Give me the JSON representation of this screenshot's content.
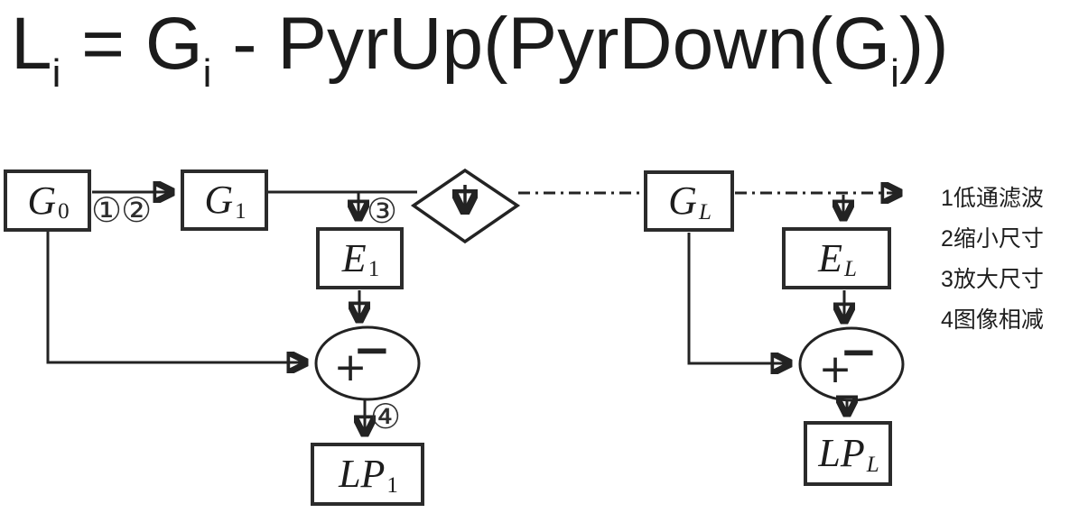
{
  "title": {
    "parts": [
      "L",
      "i",
      " = G",
      "i",
      " - PyrUp(PyrDown(G",
      "i",
      "))"
    ]
  },
  "diagram": {
    "boxes": {
      "g0": {
        "main": "G",
        "sub": "0"
      },
      "g1": {
        "main": "G",
        "sub": "1"
      },
      "e1": {
        "main": "E",
        "sub": "1"
      },
      "lp1": {
        "main": "LP",
        "sub": "1"
      },
      "gl": {
        "main": "G",
        "sub": "L"
      },
      "el": {
        "main": "E",
        "sub": "L"
      },
      "lpl": {
        "main": "LP",
        "sub": "L"
      }
    },
    "steps": {
      "s1": "①",
      "s2": "②",
      "s3": "③",
      "s4": "④"
    },
    "adders": {
      "plus": "+",
      "minus": "−"
    }
  },
  "legend": {
    "items": [
      "1低通滤波",
      "2缩小尺寸",
      "3放大尺寸",
      "4图像相减"
    ]
  },
  "colors": {
    "ink": "#232323",
    "background": "#ffffff"
  }
}
